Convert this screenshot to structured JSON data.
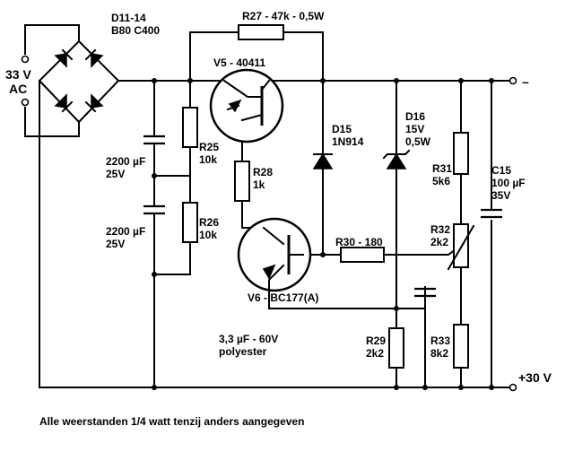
{
  "labels": {
    "bridge_name": "D11-14",
    "bridge_type": "B80 C400",
    "ac_voltage": "33 V",
    "ac": "AC",
    "r27": "R27 - 47k - 0,5W",
    "v5": "V5 - 40411",
    "d15_name": "D15",
    "d15_type": "1N914",
    "d16_name": "D16",
    "d16_v": "15V",
    "d16_w": "0,5W",
    "c_top_value": "2200 µF",
    "c_top_v": "25V",
    "c_bot_value": "2200 µF",
    "c_bot_v": "25V",
    "r25_name": "R25",
    "r25_value": "10k",
    "r26_name": "R26",
    "r26_value": "10k",
    "r28_name": "R28",
    "r28_value": "1k",
    "r31_name": "R31",
    "r31_value": "5k6",
    "c15_name": "C15",
    "c15_value": "100 µF",
    "c15_v": "35V",
    "r30": "R30 - 180",
    "r32_name": "R32",
    "r32_value": "2k2",
    "v6": "V6 - BC177(A)",
    "c_poly_value": "3,3 µF - 60V",
    "c_poly_type": "polyester",
    "r29_name": "R29",
    "r29_value": "2k2",
    "r33_name": "R33",
    "r33_value": "8k2",
    "out_minus": "–",
    "out_plus": "+30 V",
    "footnote": "Alle weerstanden 1/4 watt tenzij anders aangegeven"
  }
}
